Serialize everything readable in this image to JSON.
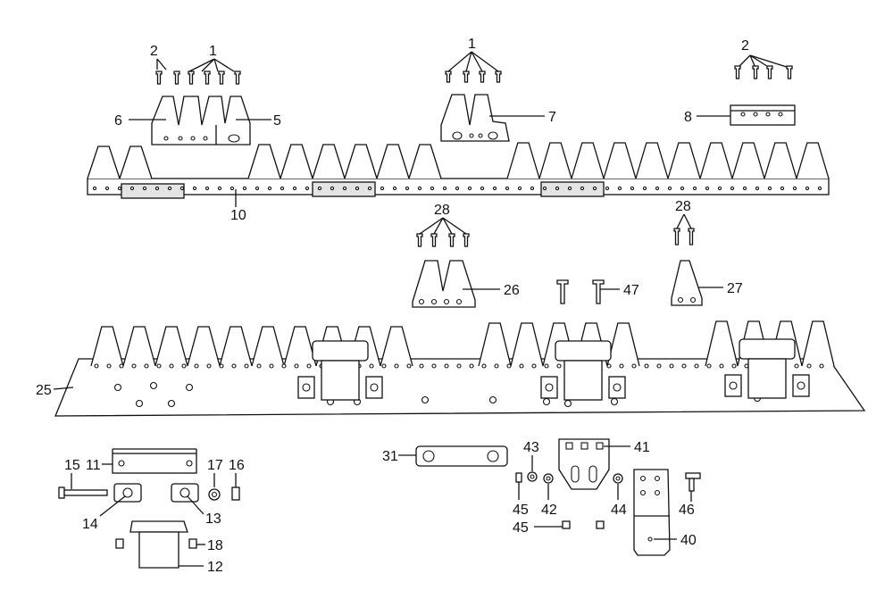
{
  "diagram": {
    "labels": {
      "l1_left": "1",
      "l2_left": "2",
      "l1_mid": "1",
      "l2_right": "2",
      "l5": "5",
      "l6": "6",
      "l7": "7",
      "l8": "8",
      "l10": "10",
      "l28_left": "28",
      "l28_right": "28",
      "l26": "26",
      "l47": "47",
      "l27": "27",
      "l25": "25",
      "l11": "11",
      "l15": "15",
      "l17": "17",
      "l16": "16",
      "l14": "14",
      "l13": "13",
      "l18": "18",
      "l12": "12",
      "l31": "31",
      "l43": "43",
      "l41": "41",
      "l45_top": "45",
      "l42": "42",
      "l44": "44",
      "l46": "46",
      "l45_bottom": "45",
      "l40": "40"
    }
  }
}
